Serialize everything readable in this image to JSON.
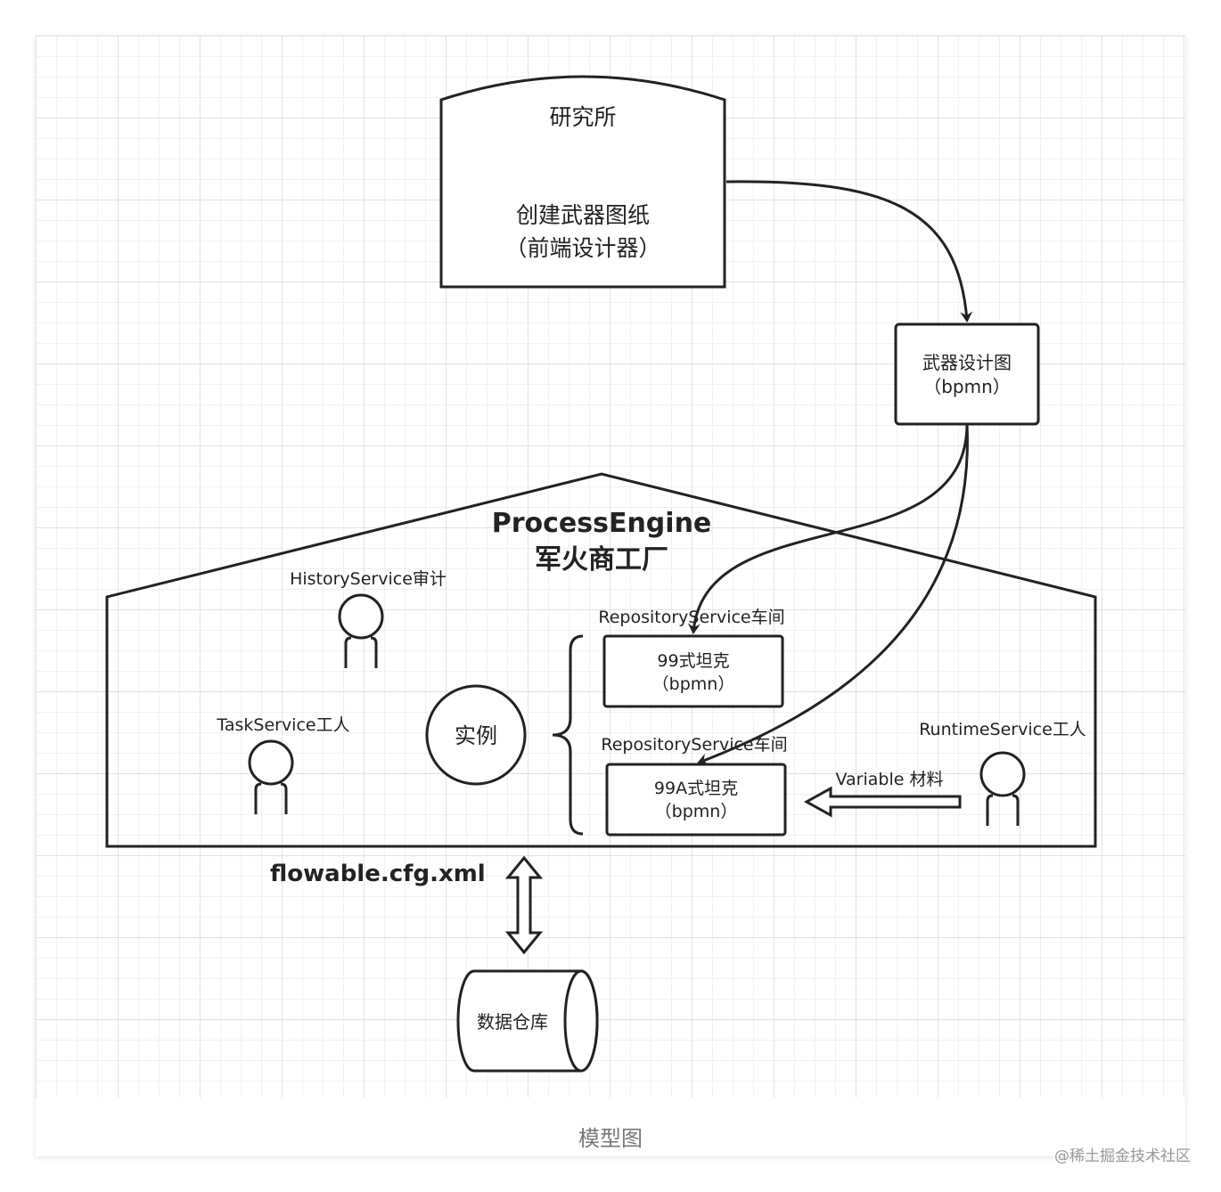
{
  "diagram": {
    "institute": {
      "title": "研究所",
      "line1": "创建武器图纸",
      "line2": "（前端设计器）"
    },
    "blueprint": {
      "line1": "武器设计图",
      "line2": "（bpmn）"
    },
    "engine": {
      "title": "ProcessEngine",
      "subtitle": "军火商工厂"
    },
    "history_service": "HistoryService审计",
    "task_service": "TaskService工人",
    "instance": "实例",
    "repo_service_1": "RepositoryService车间",
    "repo_service_2": "RepositoryService车间",
    "tank_99": {
      "line1": "99式坦克",
      "line2": "（bpmn）"
    },
    "tank_99a": {
      "line1": "99A式坦克",
      "line2": "（bpmn）"
    },
    "runtime_service": "RuntimeService工人",
    "variable_label": "Variable 材料",
    "config_file": "flowable.cfg.xml",
    "database": "数据仓库"
  },
  "caption": "模型图",
  "watermark": "@稀土掘金技术社区"
}
